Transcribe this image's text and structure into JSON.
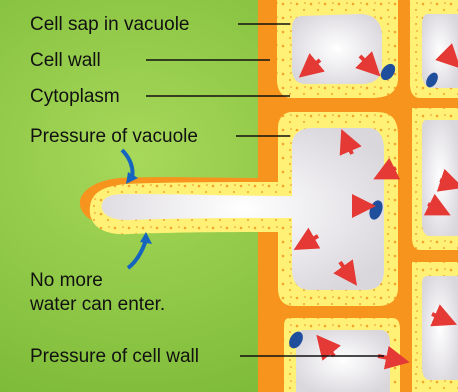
{
  "labels": {
    "cell_sap": "Cell sap in vacuole",
    "cell_wall": "Cell wall",
    "cytoplasm": "Cytoplasm",
    "pressure_vacuole": "Pressure of vacuole",
    "no_more_line1": "No more",
    "no_more_line2": "water can enter.",
    "pressure_wall": "Pressure of cell wall"
  },
  "colors": {
    "background": "#8cc63f",
    "cell_wall": "#f7941d",
    "cytoplasm": "#fff176",
    "vacuole": "#f3f1f3",
    "nucleus": "#1f4e9c",
    "arrow_red": "#e53935",
    "arrow_blue": "#1565c0"
  }
}
